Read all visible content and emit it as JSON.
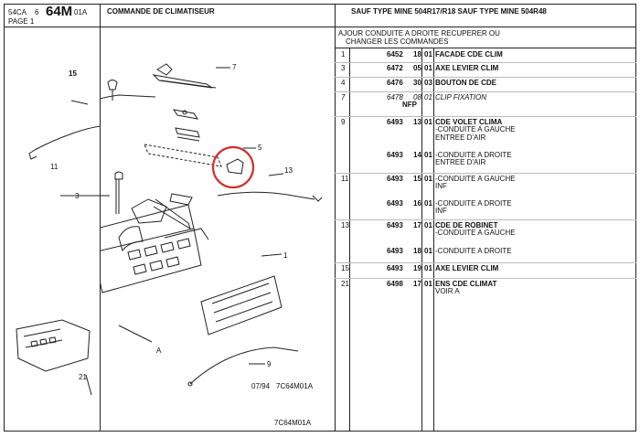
{
  "header": {
    "ref_left": "54CA",
    "ref_num": "6",
    "ref_big": "64M",
    "ref_suffix": "01A",
    "page_label": "PAGE 1",
    "title": "COMMANDE DE CLIMATISEUR",
    "variants": "SAUF TYPE MINE 504R17/R18 SAUF TYPE MINE 504R48"
  },
  "note": {
    "line1": "AJOUR CONDUITE A DROITE RECUPERER OU",
    "line2": "CHANGER LES COMMANDES"
  },
  "parts": [
    {
      "num": "1",
      "ref": "6452",
      "v": "18",
      "q": "01",
      "desc": "FACADE CDE CLIM",
      "sub": []
    },
    {
      "num": "3",
      "ref": "6472",
      "v": "05",
      "q": "01",
      "desc": "AXE LEVIER CLIM",
      "sub": []
    },
    {
      "num": "4",
      "ref": "6476",
      "v": "30",
      "q": "03",
      "desc": "BOUTON DE CDE",
      "sub": []
    },
    {
      "num": "7",
      "ref": "6478",
      "v": "08",
      "q": "01",
      "desc": "CLIP FIXATION",
      "sub": [
        "NFP"
      ]
    },
    {
      "num": "9",
      "ref": "6493",
      "v": "13",
      "q": "01",
      "desc": "CDE VOLET CLIMA",
      "sub": [
        "-CONDUITE A GAUCHE",
        "ENTREE D'AIR"
      ]
    },
    {
      "num": "",
      "ref": "6493",
      "v": "14",
      "q": "01",
      "desc": "-CONDUITE A DROITE",
      "sub": [
        "ENTREE D'AIR"
      ]
    },
    {
      "num": "11",
      "ref": "6493",
      "v": "15",
      "q": "01",
      "desc": "-CONDUITE A GAUCHE",
      "sub": [
        "INF"
      ]
    },
    {
      "num": "",
      "ref": "6493",
      "v": "16",
      "q": "01",
      "desc": "-CONDUITE A DROITE",
      "sub": [
        "INF"
      ]
    },
    {
      "num": "13",
      "ref": "6493",
      "v": "17",
      "q": "01",
      "desc": "CDE DE ROBINET",
      "sub": [
        "-CONDUITE A GAUCHE"
      ]
    },
    {
      "num": "",
      "ref": "6493",
      "v": "18",
      "q": "01",
      "desc": "-CONDUITE A DROITE",
      "sub": []
    },
    {
      "num": "15",
      "ref": "6493",
      "v": "19",
      "q": "01",
      "desc": "AXE LEVIER CLIM",
      "sub": []
    },
    {
      "num": "21",
      "ref": "6498",
      "v": "17",
      "q": "01",
      "desc": "ENS CDE CLIMAT",
      "sub": [
        "VOIR A"
      ]
    }
  ],
  "diagram": {
    "callouts": [
      "15",
      "7",
      "5",
      "11",
      "13",
      "3",
      "1",
      "A",
      "21",
      "9"
    ],
    "date_code": "07/94",
    "drawing_code": "7C64M01A",
    "footer_code": "7C64M01A"
  }
}
